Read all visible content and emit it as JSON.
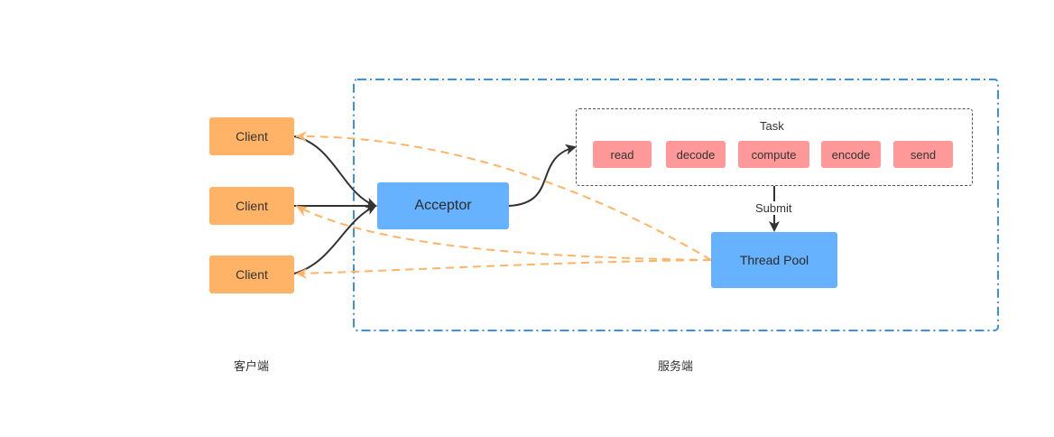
{
  "clients": [
    "Client",
    "Client",
    "Client"
  ],
  "acceptor": "Acceptor",
  "task": {
    "title": "Task",
    "steps": [
      "read",
      "decode",
      "compute",
      "encode",
      "send"
    ]
  },
  "submit_label": "Submit",
  "thread_pool": "Thread Pool",
  "client_side_label": "客户端",
  "server_side_label": "服务端",
  "colors": {
    "client": "#FFB366",
    "server_node": "#66B2FF",
    "task_step": "#FF9999",
    "server_border": "#3C8FE6",
    "response_arrow": "#FFB366",
    "request_arrow": "#333333"
  }
}
